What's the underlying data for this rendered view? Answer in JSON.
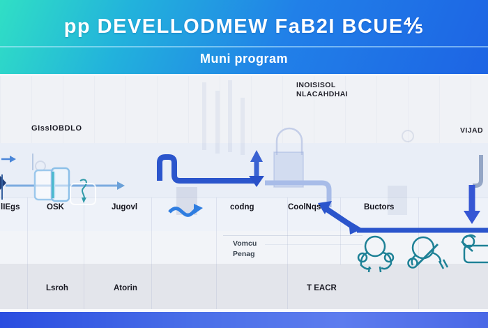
{
  "header": {
    "title": "pp DEVELLODMEW FaB2I BCUE⅘",
    "subtitle": "Muni program"
  },
  "annotations": {
    "note_top_line1": "INOISISOL",
    "note_top_line2": "NLACAHDHAI",
    "label_left": "GIsslOBDLO",
    "label_right": "VIJAD",
    "mid_note_line1": "Vomcu",
    "mid_note_line2": "Penag"
  },
  "flow_labels": [
    "lIEgs",
    "OSK",
    "Jugovl",
    "codng",
    "CoolNqs",
    "Buctors"
  ],
  "bottom_labels": [
    "Lsroh",
    "Atorin",
    "T EACR"
  ],
  "icons": {
    "flow_start_marker": "chevron-marker-icon",
    "small_top_arrow": "right-arrow-icon",
    "process_box": "double-box-icon",
    "hanging_squiggle": "hook-squiggle-icon",
    "scribble_arrow": "zigzag-arrow-icon",
    "pipe_up_arrow": "up-arrow-icon",
    "pipe_down_junction": "down-arrow-icon",
    "right_down_arrow": "down-arrow-icon",
    "arch_watermark": "arch-icon",
    "doodle_1": "person-doodle-icon",
    "doodle_2": "person-writing-doodle-icon",
    "doodle_3": "flag-box-doodle-icon"
  },
  "colors": {
    "header_teal": "#30dfc5",
    "header_blue": "#1d64e4",
    "pipe_dark": "#2b55cc",
    "pipe_light": "#a8bce8",
    "pipe_gray": "#94a6c6",
    "thin_line_blue": "#6aa0d8",
    "arrow_blue": "#3556d4",
    "doodle_teal": "#1e8196",
    "footer_blue": "#3a5ce4",
    "text_dark": "#16161f"
  }
}
